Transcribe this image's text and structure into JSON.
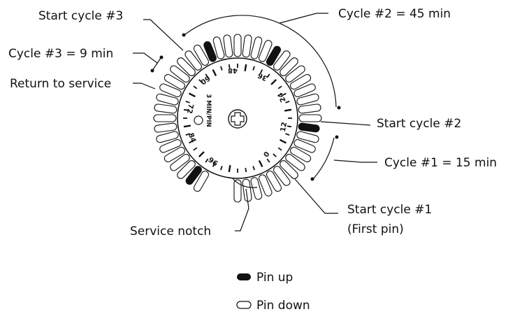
{
  "callouts": {
    "start_cycle_3": "Start cycle #3",
    "cycle_2": "Cycle #2 = 45 min",
    "cycle_3": "Cycle #3 = 9 min",
    "return_to_service": "Return to service",
    "start_cycle_2": "Start cycle #2",
    "cycle_1": "Cycle #1 = 15 min",
    "start_cycle_1": "Start cycle #1",
    "first_pin": "(First pin)",
    "service_notch": "Service notch"
  },
  "dial": {
    "min_per_pin": "3 MIN/PIN",
    "scale_labels": [
      "0",
      "12",
      "24",
      "36",
      "48",
      "60",
      "72",
      "84",
      "96"
    ]
  },
  "legend": {
    "pin_up": "Pin up",
    "pin_down": "Pin down"
  }
}
